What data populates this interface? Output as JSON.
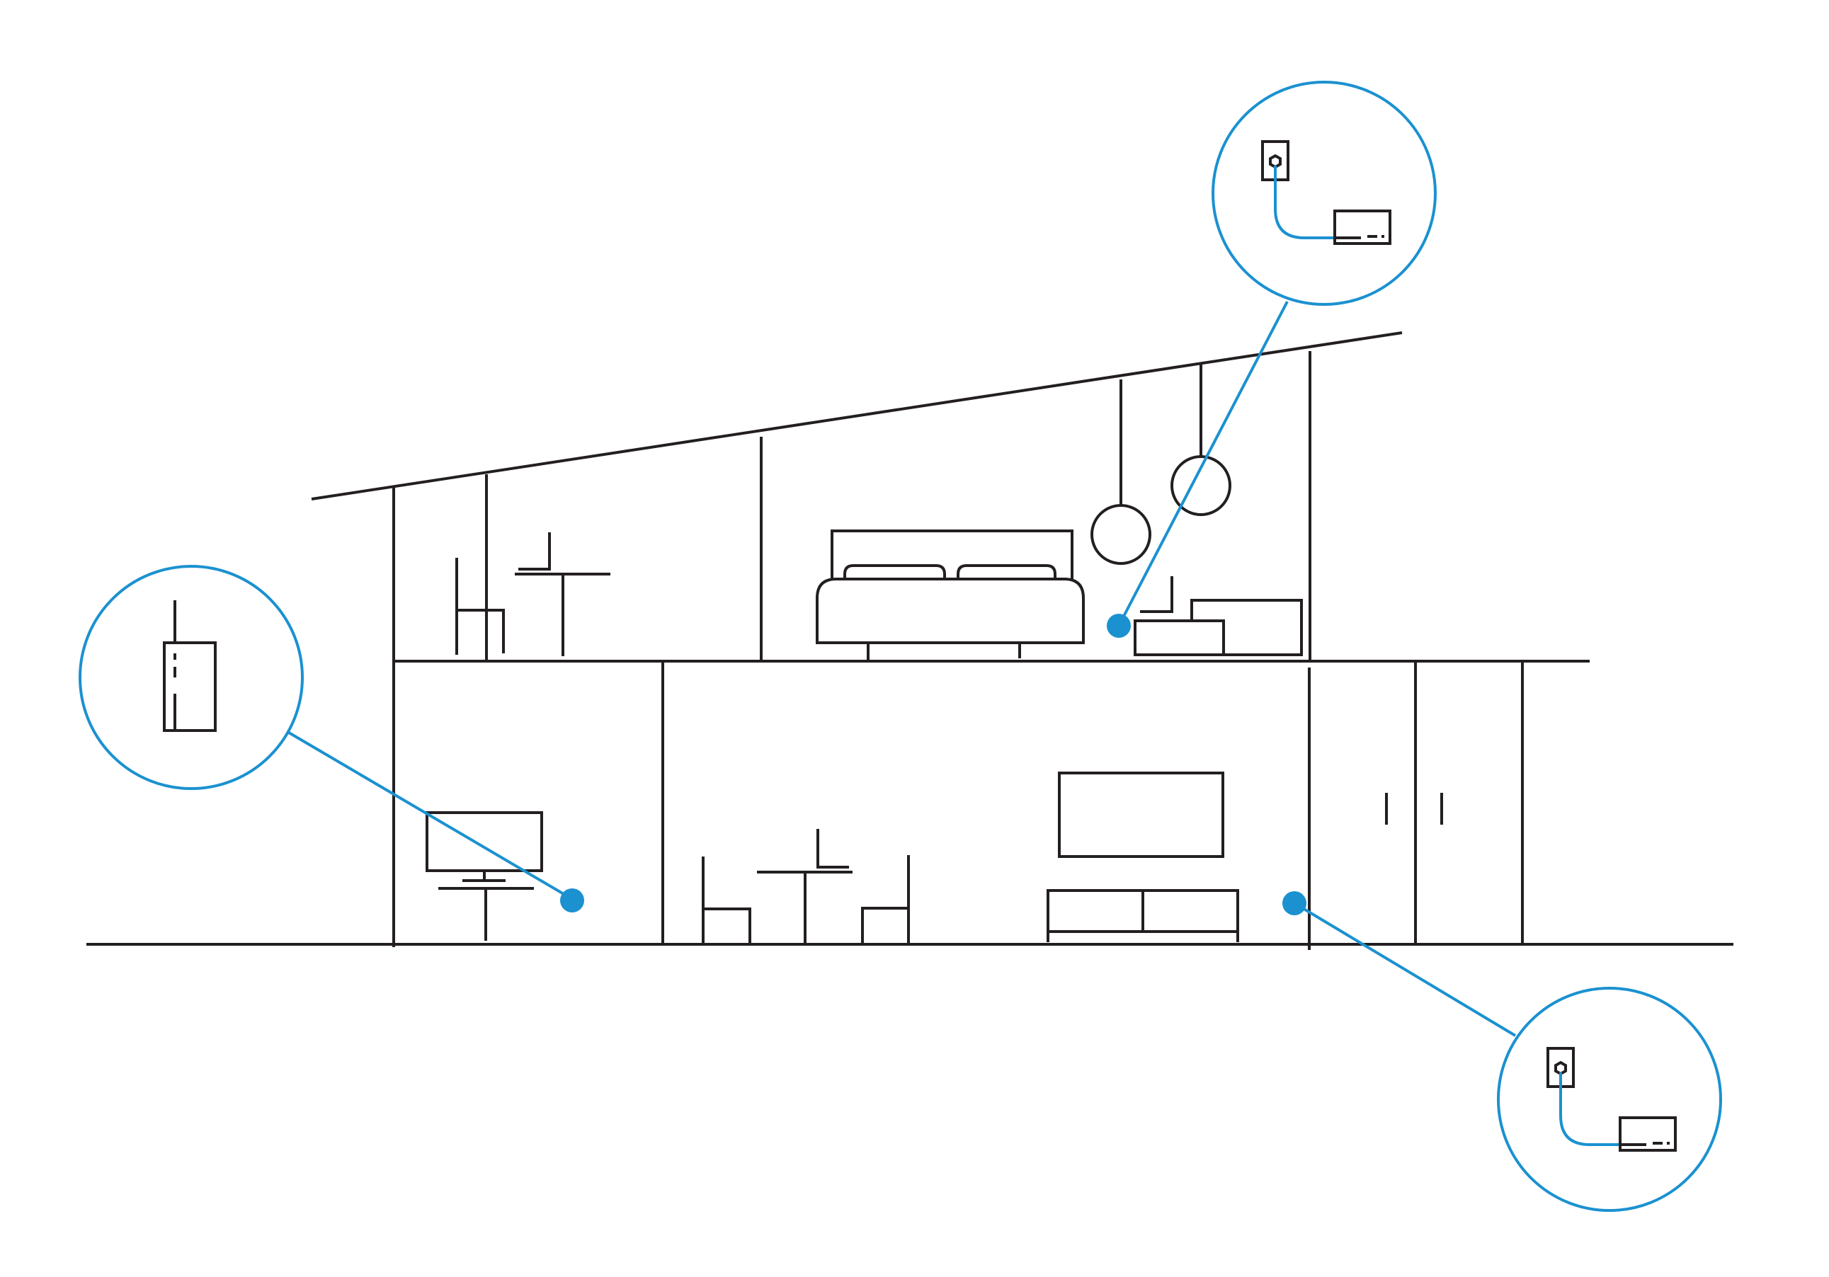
{
  "diagram": {
    "kind": "house-cross-section",
    "colors": {
      "line": "#231f20",
      "accent": "#1b91d0",
      "background": "#ffffff"
    },
    "rooms": [
      "upstairs-study",
      "upstairs-bedroom",
      "downstairs-office",
      "downstairs-dining",
      "downstairs-living",
      "downstairs-closet"
    ],
    "callouts": [
      {
        "name": "router-callout",
        "icon": "router-icon"
      },
      {
        "name": "bedroom-adapter-callout",
        "icon": "powerline-adapter-icon"
      },
      {
        "name": "living-adapter-callout",
        "icon": "powerline-adapter-icon"
      }
    ]
  }
}
